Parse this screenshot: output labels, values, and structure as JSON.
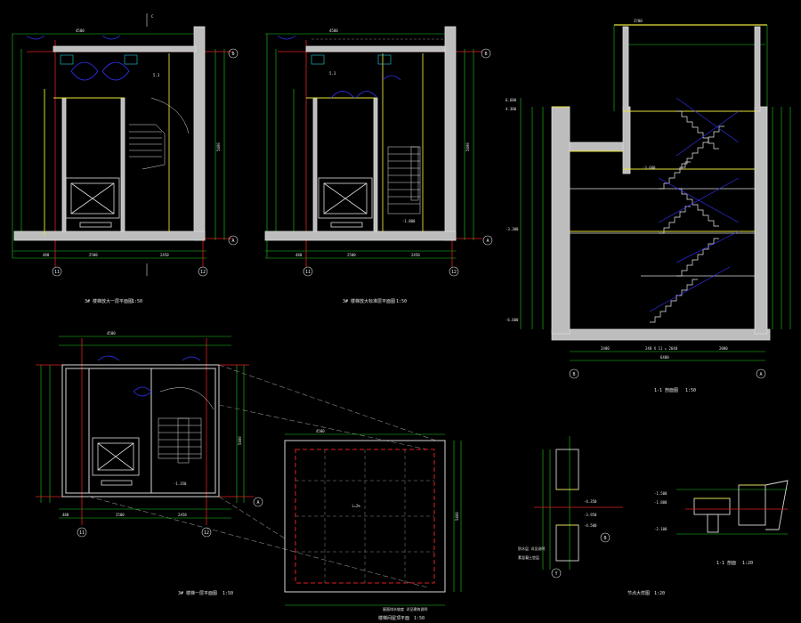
{
  "colors": {
    "background": "#000000",
    "wall": "#d8d8d8",
    "dim_line": "#19d119",
    "axis_line": "#e02020",
    "door": "#3333ff",
    "stair": "#dddddd",
    "accent_yellow": "#e8e23a",
    "dashed": "#8a8a8a",
    "cyan": "#27c7d9"
  },
  "axis_bubbles": {
    "a": "A",
    "b": "B",
    "n11": "11",
    "n12": "12",
    "y": "Y"
  },
  "plan1": {
    "dim_top": "4500",
    "dim_bottom_left": "480",
    "dim_bottom_mid": "2500",
    "dim_bottom_right": "2450",
    "dim_right": "5400",
    "label_elev": "5.3",
    "title": "3# 楼梯放大一层平面图",
    "scale": "1:50"
  },
  "plan2": {
    "dim_top": "4500",
    "dim_bottom_left": "480",
    "dim_bottom_mid": "2500",
    "dim_bottom_right": "2450",
    "dim_right": "5400",
    "label_elev": "5.3",
    "label_elev2": "-1.800",
    "title": "3# 楼梯放大标准层平面图",
    "scale": "1:50"
  },
  "section": {
    "dim_top": "3700",
    "dim_bottom_left": "2400",
    "dim_bottom_mid": "240 X 11 = 2640",
    "dim_bottom_right": "2000",
    "dim_bottom_total": "6400",
    "elev1": "6.600",
    "elev2": "4.300",
    "elev3": "-3.300",
    "elev4": "-6.600",
    "elev5": "-3.600",
    "title": "1-1 剖面图",
    "scale": "1:50"
  },
  "plan3": {
    "dim_top": "4500",
    "dim_bottom_left": "480",
    "dim_bottom_mid": "2500",
    "dim_bottom_right": "2450",
    "dim_right": "5400",
    "elev": "-1.350",
    "title": "3# 楼梯一层平面图",
    "scale": "1:50"
  },
  "roof_plan": {
    "dim_top": "4500",
    "dim_right": "5400",
    "slope": "i=2%",
    "note": "屋面排水坡度 详见建筑说明",
    "title": "楼梯间屋顶平面",
    "scale": "1:50"
  },
  "detail1": {
    "elev_a": "-4.350",
    "elev_b": "-3.950",
    "elev_c": "-4.500",
    "note1": "防水层 详见说明",
    "note2": "素混凝土垫层",
    "title": "节点大样图",
    "scale": "1:20"
  },
  "detail2": {
    "elev_a": "-1.500",
    "elev_b": "-1.800",
    "elev_c": "-2.100",
    "title": "1-1 剖面",
    "scale": "1:20"
  },
  "marks": {
    "cut_c": "C"
  }
}
